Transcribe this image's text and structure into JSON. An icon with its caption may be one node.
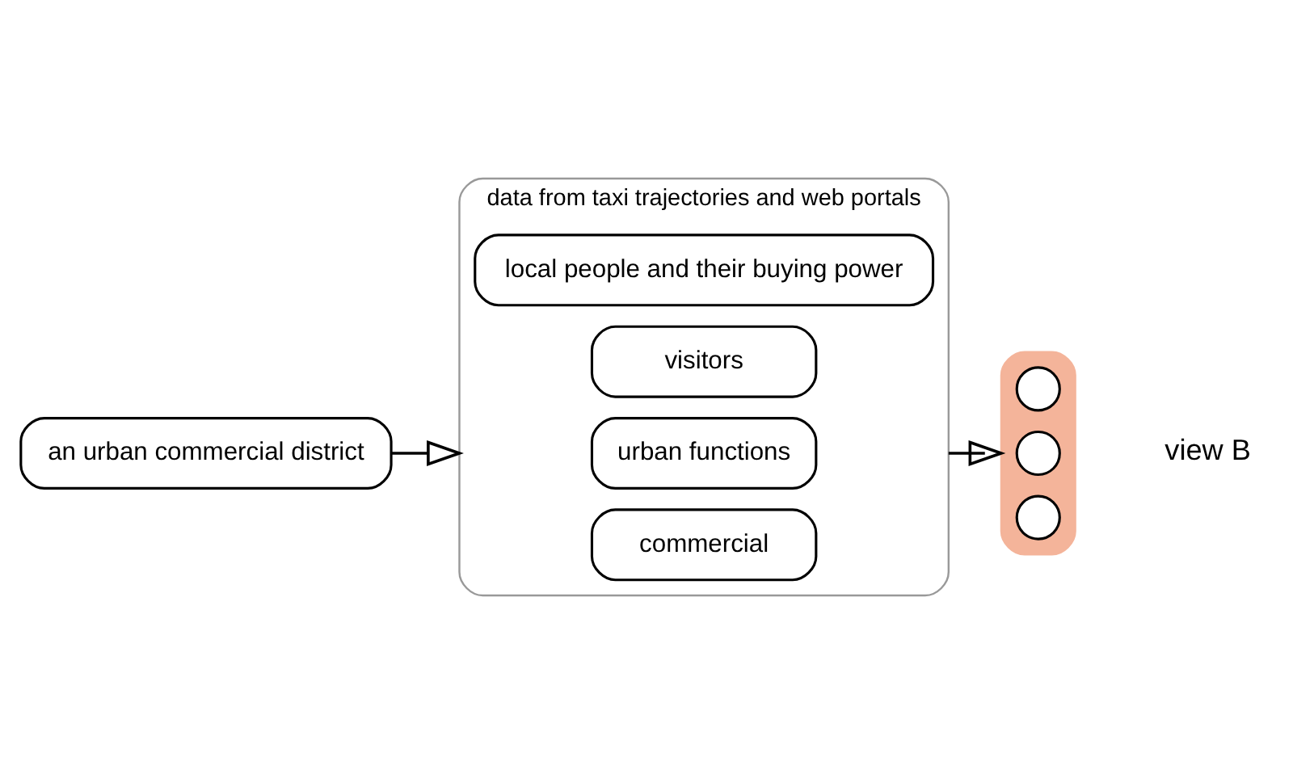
{
  "diagram": {
    "nodes": [
      {
        "text": [
          "an urban commercial district"
        ]
      },
      {
        "text": [
          "data from taxi trajectories and web portals"
        ]
      },
      {
        "text": [
          "local people and their buying power"
        ],
        "in": 1
      },
      {
        "text": [
          "visitors"
        ],
        "in": 1
      },
      {
        "text": [
          "urban functions"
        ],
        "in": 1
      },
      {
        "text": [
          "commercial"
        ],
        "in": 1
      },
      {
        "text": [],
        "shape": "bar",
        "beside": [
          "view B"
        ]
      },
      {
        "text": [],
        "shape": "circle",
        "in": 6
      },
      {
        "text": [],
        "shape": "circle",
        "in": 6
      },
      {
        "text": [],
        "shape": "circle",
        "in": 6
      }
    ],
    "edges": [
      {
        "from": 0,
        "to": 1,
        "arrow": "to"
      },
      {
        "from": 1,
        "to": 6,
        "arrow": "to"
      }
    ]
  }
}
